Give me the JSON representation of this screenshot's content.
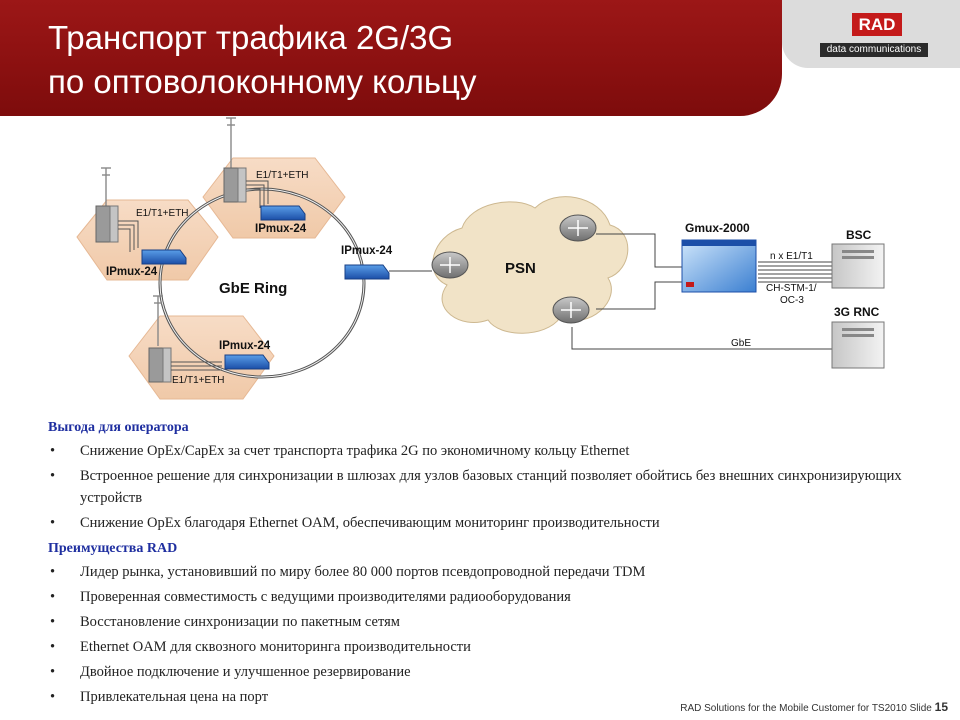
{
  "slide": {
    "title_line1": "Транспорт трафика 2G/3G",
    "title_line2": "по оптоволоконному кольцу"
  },
  "logo": {
    "word": "RAD",
    "subtitle": "data communications"
  },
  "diagram": {
    "ipmux_label": "IPmux-24",
    "e1_label": "E1/T1+ETH",
    "ring_label": "GbE Ring",
    "psn_label": "PSN",
    "gmux_label": "Gmux-2000",
    "bsc_label": "BSC",
    "rnc_label": "3G RNC",
    "link_e1": "n x E1/T1",
    "link_stm_1": "CH-STM-1/",
    "link_stm_2": "OC-3",
    "link_gbe": "GbE"
  },
  "sections": [
    {
      "heading": "Выгода для оператора",
      "items": [
        "Снижение OpEx/CapEx за счет транспорта трафика 2G по экономичному кольцу Ethernet",
        "Встроенное решение для синхронизации в шлюзах для узлов базовых станций позволяет обойтись без внешних синхронизирующих устройств",
        "Снижение OpEx благодаря Ethernet OAM, обеспечивающим мониторинг производительности"
      ]
    },
    {
      "heading": "Преимущества RAD",
      "items": [
        "Лидер рынка, установивший по миру более 80 000 портов псевдопроводной передачи TDM",
        "Проверенная совместимость с ведущими производителями радиооборудования",
        "Восстановление синхронизации по пакетным сетям",
        "Ethernet OAM для сквозного мониторинга производительности",
        "Двойное подключение и улучшенное резервирование",
        "Привлекательная цена на порт"
      ]
    }
  ],
  "footer": {
    "text": "RAD Solutions for the Mobile Customer for TS2010  Slide",
    "slide_num": "15"
  }
}
